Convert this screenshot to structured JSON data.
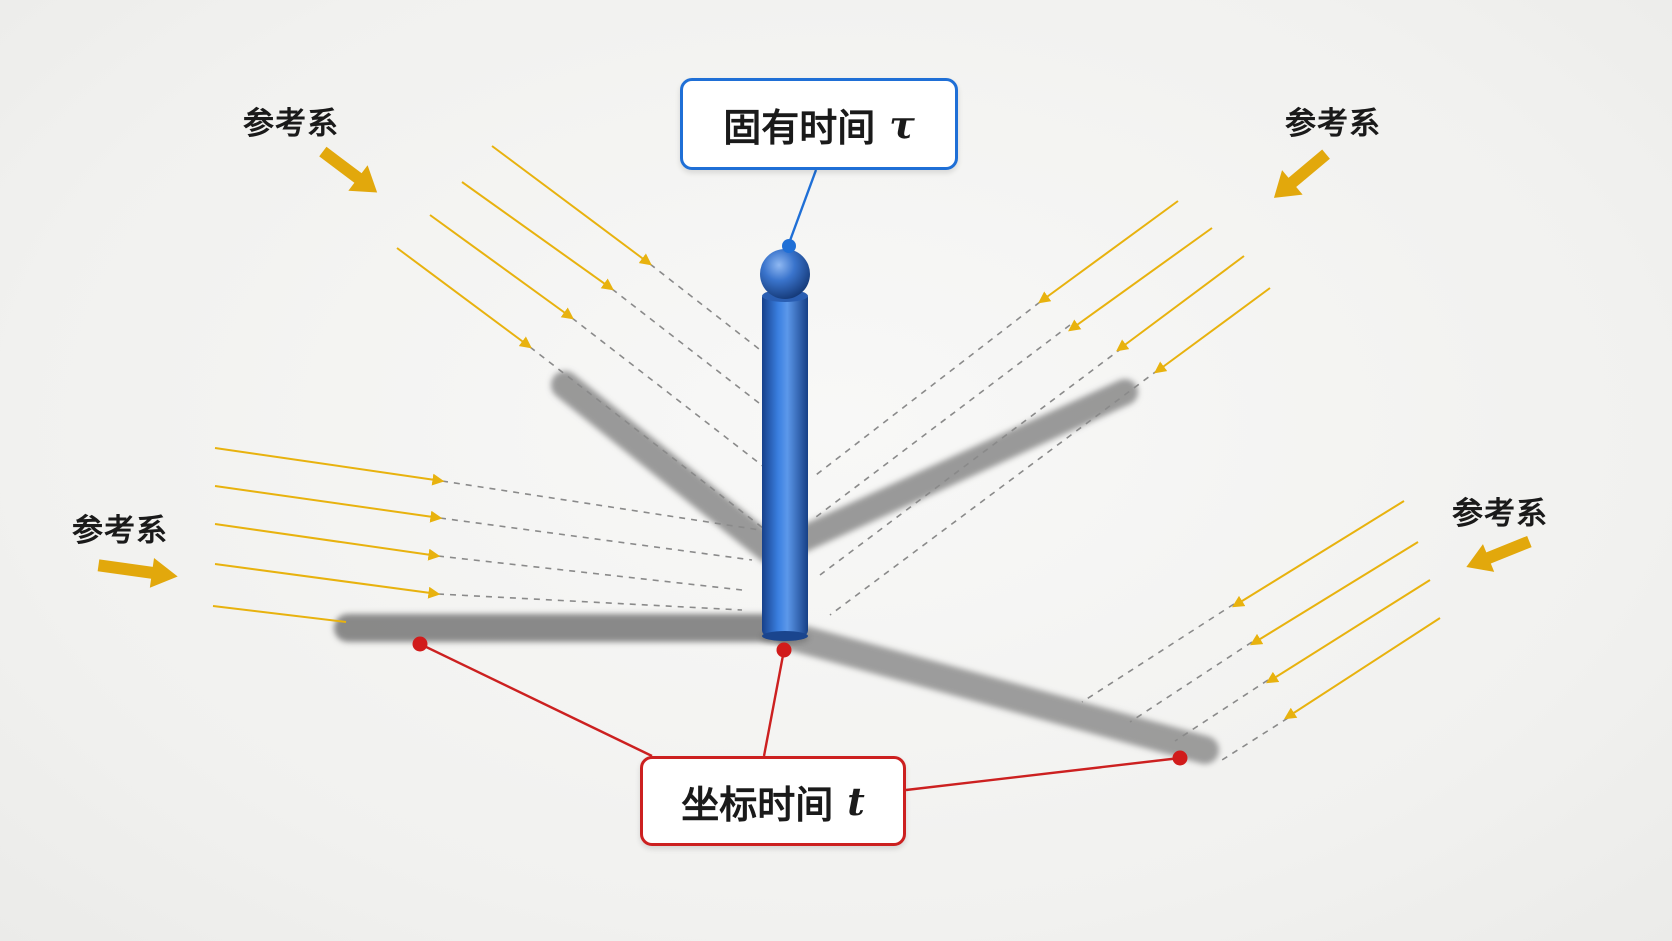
{
  "labels": {
    "frame_top_left": "参考系",
    "frame_top_right": "参考系",
    "frame_left": "参考系",
    "frame_right": "参考系"
  },
  "proper_time": {
    "text": "固有时间",
    "symbol": "τ"
  },
  "coordinate_time": {
    "text": "坐标时间",
    "symbol": "t"
  },
  "colors": {
    "rod": "#2f6fd0",
    "proper_time_border": "#1f6fd6",
    "coordinate_time_border": "#cc2020",
    "light_rays": "#e8b20e",
    "frame_arrows": "#e2a80c",
    "shadow": "#777777",
    "dashed": "#8a8a8a"
  },
  "icons": {
    "frame_arrow": "arrow-right-icon",
    "event_marker": "dot-icon"
  }
}
